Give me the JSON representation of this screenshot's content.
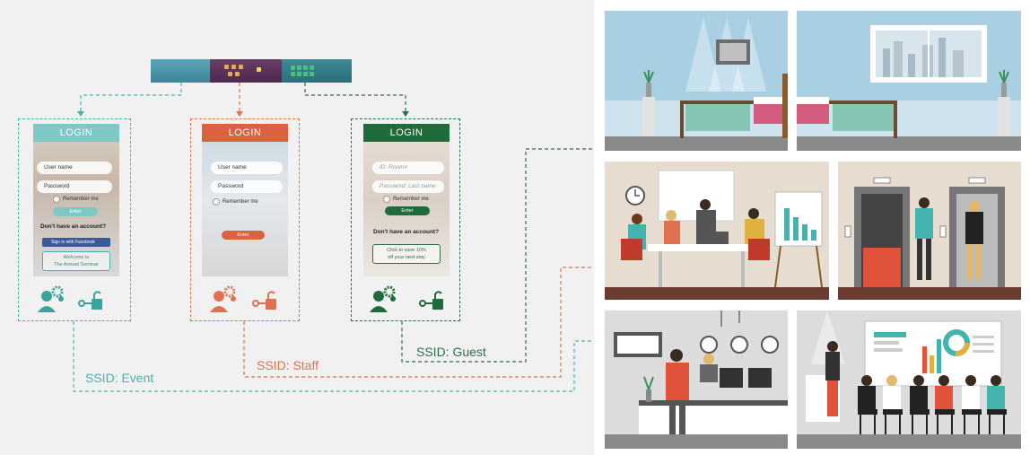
{
  "colors": {
    "event": "#45b3ad",
    "staff": "#e0714f",
    "guest": "#2f6e4a",
    "background": "#f1f1f1"
  },
  "portals": [
    {
      "id": "event",
      "login_title": "LOGIN",
      "fields": [
        "User name",
        "Password"
      ],
      "remember": "Remember me",
      "button": "Enter",
      "no_account": "Don't have an account?",
      "social": "Sign in with Facebook",
      "promo": [
        "Welcome to",
        "The Annual Seminar"
      ]
    },
    {
      "id": "staff",
      "login_title": "LOGIN",
      "fields": [
        "User name",
        "Password"
      ],
      "remember": "Remember me",
      "button": "Enter"
    },
    {
      "id": "guest",
      "login_title": "LOGIN",
      "fields": [
        "ID: Room#",
        "Password: Last name"
      ],
      "remember": "Remember me",
      "button": "Enter",
      "no_account": "Don't have an account?",
      "promo": [
        "Click to save 10%",
        "off your next stay"
      ]
    }
  ],
  "ssids": {
    "event": "SSID: Event",
    "staff": "SSID: Staff",
    "guest": "SSID: Guest"
  },
  "icons": [
    "user-gear-icon",
    "unlock-key-icon",
    "network-switch",
    "hotel-room-scene",
    "lobby-scene",
    "meeting-room-scene",
    "elevator-scene",
    "reception-scene",
    "seminar-scene"
  ]
}
